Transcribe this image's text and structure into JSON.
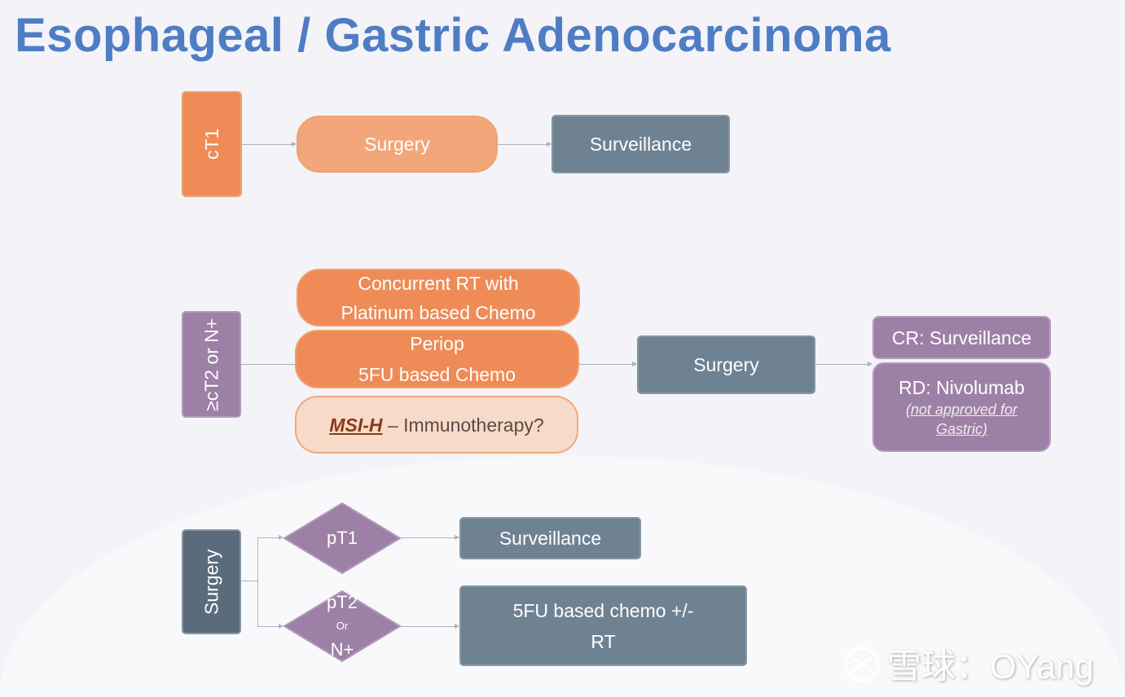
{
  "title": "Esophageal / Gastric Adenocarcinoma",
  "row1": {
    "stage": "cT1",
    "step1": "Surgery",
    "step2": "Surveillance"
  },
  "row2": {
    "stage": "≥cT2 or N+",
    "opt1_l1": "Concurrent RT with",
    "opt1_l2": "Platinum based Chemo",
    "opt2_l1": "Periop",
    "opt2_l2": "5FU based Chemo",
    "opt3_bold": "MSI-H",
    "opt3_rest": " – Immunotherapy?",
    "surgery": "Surgery",
    "cr": "CR: Surveillance",
    "rd": "RD: Nivolumab",
    "rd_note": "(not approved for Gastric)"
  },
  "row3": {
    "start": "Surgery",
    "d1": "pT1",
    "d2_l1": "pT2",
    "d2_l2": "Or",
    "d2_l3": "N+",
    "out1": "Surveillance",
    "out2_l1": "5FU based chemo +/-",
    "out2_l2": "RT"
  },
  "watermark": {
    "text": "雪球：OYang"
  }
}
